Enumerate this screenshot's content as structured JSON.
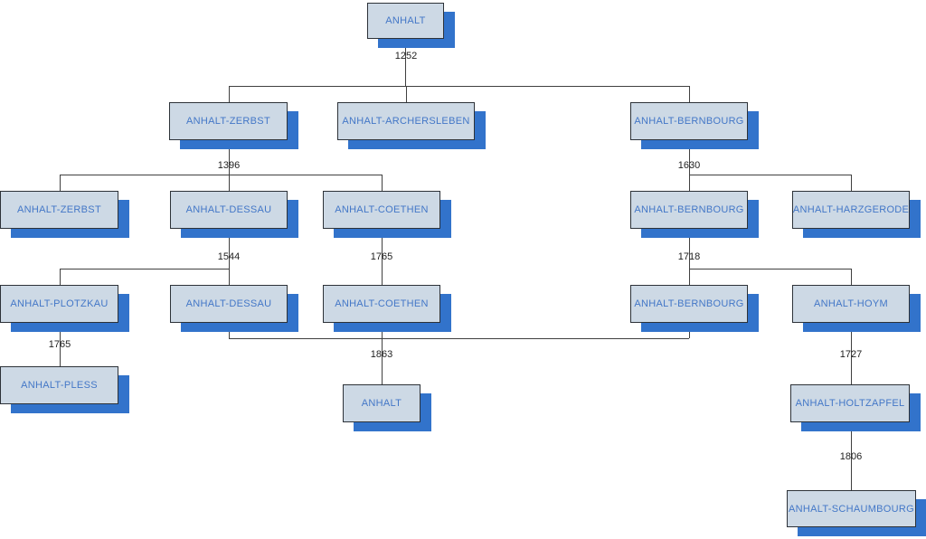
{
  "colors": {
    "box_fill": "#cdd9e5",
    "box_border": "#2d3238",
    "box_shadow": "#3273cb",
    "node_text": "#4377c7",
    "line": "#404040",
    "year_text": "#1f1f1f",
    "background": "#ffffff"
  },
  "nodes": [
    {
      "id": "anhalt-root",
      "label": "ANHALT"
    },
    {
      "id": "anhalt-zerbst-a",
      "label": "ANHALT-ZERBST"
    },
    {
      "id": "anhalt-archersleben",
      "label": "ANHALT-ARCHERSLEBEN"
    },
    {
      "id": "anhalt-bernbourg-a",
      "label": "ANHALT-BERNBOURG"
    },
    {
      "id": "anhalt-zerbst-b",
      "label": "ANHALT-ZERBST"
    },
    {
      "id": "anhalt-dessau-a",
      "label": "ANHALT-DESSAU"
    },
    {
      "id": "anhalt-coethen-a",
      "label": "ANHALT-COETHEN"
    },
    {
      "id": "anhalt-bernbourg-b",
      "label": "ANHALT-BERNBOURG"
    },
    {
      "id": "anhalt-harzgerode",
      "label": "ANHALT-HARZGERODE"
    },
    {
      "id": "anhalt-plotzkau",
      "label": "ANHALT-PLOTZKAU"
    },
    {
      "id": "anhalt-dessau-b",
      "label": "ANHALT-DESSAU"
    },
    {
      "id": "anhalt-coethen-b",
      "label": "ANHALT-COETHEN"
    },
    {
      "id": "anhalt-bernbourg-c",
      "label": "ANHALT-BERNBOURG"
    },
    {
      "id": "anhalt-hoym",
      "label": "ANHALT-HOYM"
    },
    {
      "id": "anhalt-pless",
      "label": "ANHALT-PLESS"
    },
    {
      "id": "anhalt-duchy",
      "label": "ANHALT"
    },
    {
      "id": "anhalt-holtzapfel",
      "label": "ANHALT-HOLTZAPFEL"
    },
    {
      "id": "anhalt-schaumbourg",
      "label": "ANHALT-SCHAUMBOURG"
    }
  ],
  "unions": [
    {
      "year": "1252",
      "parents": [
        "anhalt-root"
      ],
      "children": [
        "anhalt-zerbst-a",
        "anhalt-archersleben",
        "anhalt-bernbourg-a"
      ]
    },
    {
      "year": "1396",
      "parents": [
        "anhalt-zerbst-a"
      ],
      "children": [
        "anhalt-zerbst-b",
        "anhalt-dessau-a",
        "anhalt-coethen-a"
      ]
    },
    {
      "year": "1630",
      "parents": [
        "anhalt-bernbourg-a"
      ],
      "children": [
        "anhalt-bernbourg-b",
        "anhalt-harzgerode"
      ]
    },
    {
      "year": "1544",
      "parents": [
        "anhalt-dessau-a"
      ],
      "children": [
        "anhalt-plotzkau",
        "anhalt-dessau-b"
      ]
    },
    {
      "year": "1765",
      "parents": [
        "anhalt-coethen-a"
      ],
      "children": [
        "anhalt-coethen-b"
      ]
    },
    {
      "year": "1718",
      "parents": [
        "anhalt-bernbourg-b"
      ],
      "children": [
        "anhalt-bernbourg-c",
        "anhalt-hoym"
      ]
    },
    {
      "year": "1765",
      "parents": [
        "anhalt-plotzkau"
      ],
      "children": [
        "anhalt-pless"
      ]
    },
    {
      "year": "1863",
      "parents": [
        "anhalt-dessau-b",
        "anhalt-coethen-b",
        "anhalt-bernbourg-c"
      ],
      "children": [
        "anhalt-duchy"
      ]
    },
    {
      "year": "1727",
      "parents": [
        "anhalt-hoym"
      ],
      "children": [
        "anhalt-holtzapfel"
      ]
    },
    {
      "year": "1806",
      "parents": [
        "anhalt-holtzapfel"
      ],
      "children": [
        "anhalt-schaumbourg"
      ]
    }
  ]
}
